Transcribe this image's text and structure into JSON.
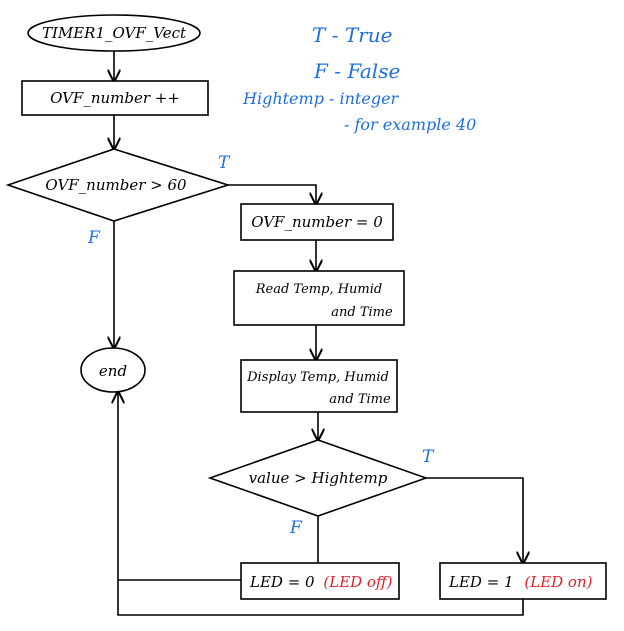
{
  "nodes": {
    "start": "TIMER1_OVF_Vect",
    "increment": "OVF_number ++",
    "decision1": "OVF_number > 60",
    "reset": "OVF_number = 0",
    "read": [
      "Read Temp, Humid",
      "and Time"
    ],
    "display": [
      "Display Temp, Humid",
      "and Time"
    ],
    "decision2": "value > Hightemp",
    "led_off_main": "LED = 0",
    "led_off_note": "(LED off)",
    "led_on_main": "LED = 1",
    "led_on_note": "(LED on)",
    "end": "end"
  },
  "branch_labels": {
    "d1_true": "T",
    "d1_false": "F",
    "d2_true": "T",
    "d2_false": "F"
  },
  "legend": {
    "true_line": "T - True",
    "false_line": "F - False",
    "hightemp_line1": "Hightemp - integer",
    "hightemp_line2": "- for example 40"
  },
  "colors": {
    "ink": "#000000",
    "annotation_blue": "#1f6fe0",
    "annotation_red": "#e0202a"
  }
}
